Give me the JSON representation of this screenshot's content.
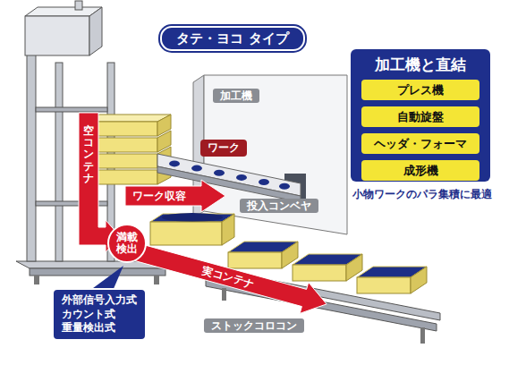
{
  "diagram": {
    "title": "タテ・ヨコ タイプ",
    "nodes": [
      {
        "text": [
          "加工機と直結"
        ]
      },
      {
        "text": [
          "プレス機"
        ],
        "in": 0
      },
      {
        "text": [
          "自動旋盤"
        ],
        "in": 0
      },
      {
        "text": [
          "ヘッダ・フォーマ"
        ],
        "in": 0
      },
      {
        "text": [
          "成形機"
        ],
        "in": 0
      },
      {
        "text": [
          "ワーク"
        ]
      },
      {
        "text": [
          "満載検出"
        ]
      },
      {
        "text": [
          "外部信号入力式",
          "カウント式",
          "重量検出式"
        ]
      }
    ],
    "labels": [
      "小物ワークのパラ集積に最適",
      "加工機",
      "投入コンベヤ",
      "空コンテナ",
      "ワーク収容",
      "実コンテナ",
      "ストックコロコン"
    ]
  }
}
